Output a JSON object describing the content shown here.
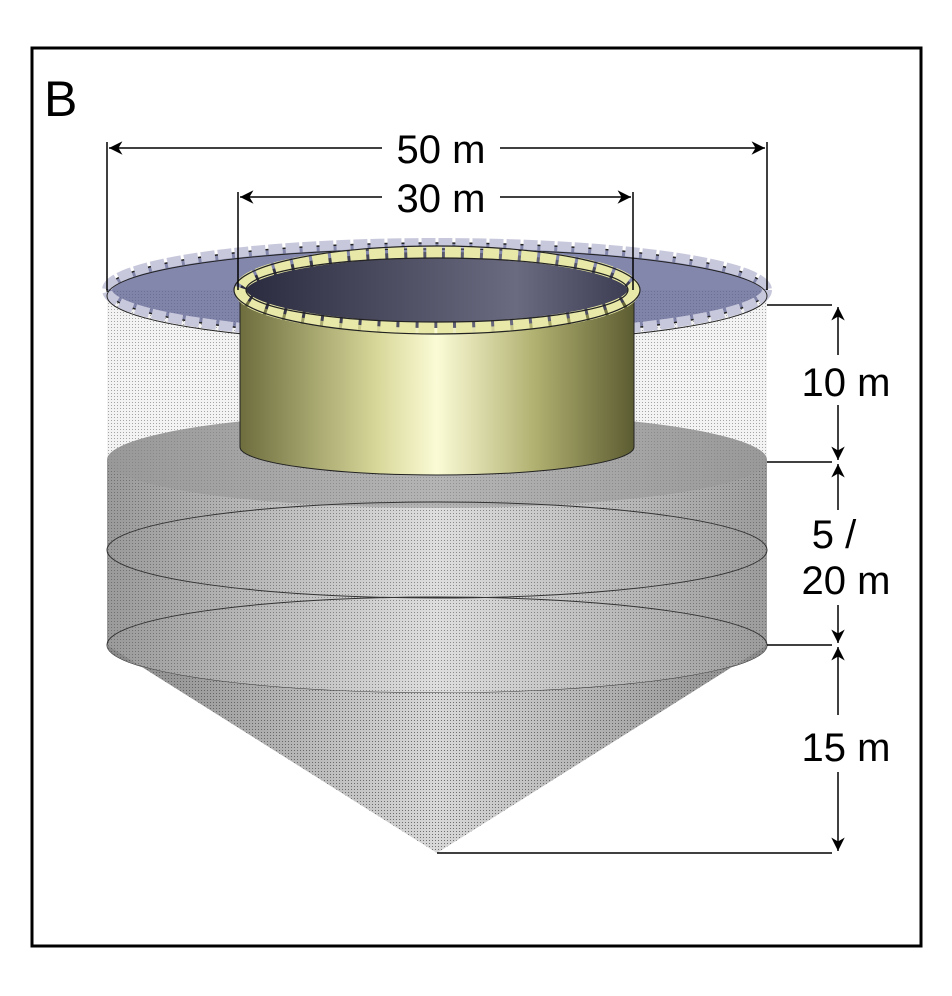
{
  "panel_label": "B",
  "dimensions": {
    "outer_diameter": "50 m",
    "inner_diameter": "30 m",
    "collar_depth": "10 m",
    "mid_depth_line1": "5 /",
    "mid_depth_line2": "20 m",
    "cone_depth": "15 m"
  },
  "colors": {
    "ring": "#5b5f90",
    "inner_cylinder": "#e4e4a4",
    "net": "#9a9a9a"
  }
}
